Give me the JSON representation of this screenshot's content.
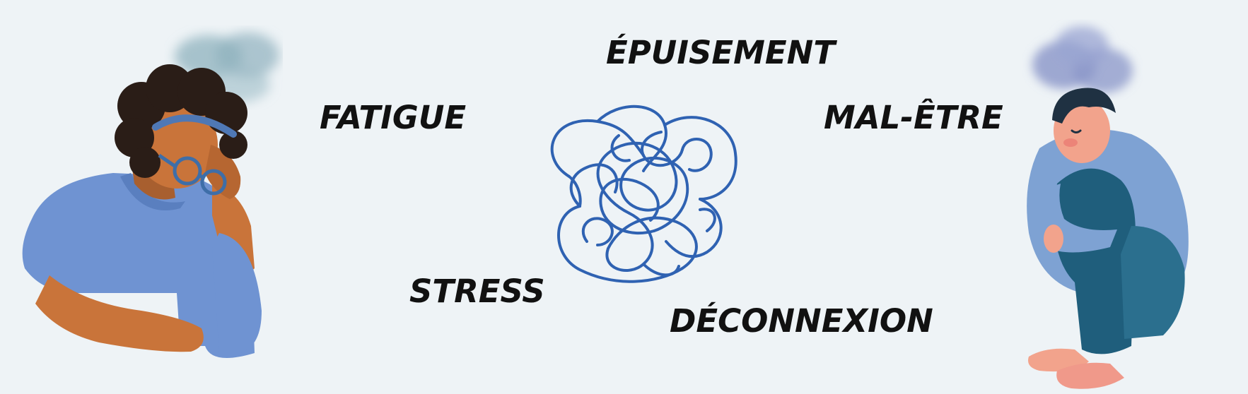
{
  "words": {
    "epuisement": "ÉPUISEMENT",
    "fatigue": "FATIGUE",
    "mal_etre": "MAL-ÊTRE",
    "stress": "STRESS",
    "deconnexion": "DÉCONNEXION"
  },
  "colors": {
    "background": "#eef3f6",
    "text": "#111111",
    "tangle": "#2f62b2",
    "sweater_left": "#6f93d2",
    "skin_left": "#c9743a",
    "hair_left": "#2a1d17",
    "cloud_left": "#8fb1bd",
    "sweater_right": "#7ea2d3",
    "pants_right": "#1f5e7c",
    "skin_right": "#f2a38c",
    "hair_right": "#1f3142",
    "cloud_right": "#8a95c8"
  },
  "icons": {
    "left_figure": "tired-woman-illustration",
    "right_figure": "sad-man-illustration",
    "center": "tangled-thread-icon"
  }
}
